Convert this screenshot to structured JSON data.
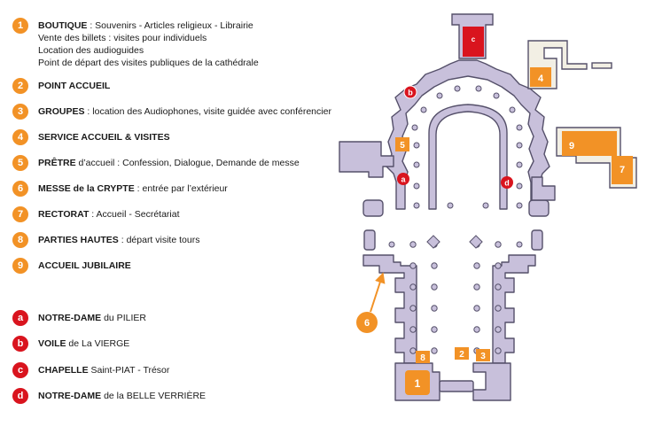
{
  "legend_orange": [
    {
      "marker": "1",
      "title": "BOUTIQUE",
      "rest": " : Souvenirs - Articles religieux - Librairie",
      "extra_lines": [
        "Vente des billets : visites pour individuels",
        "Location des audioguides",
        "Point de départ des visites publiques de la cathédrale"
      ]
    },
    {
      "marker": "2",
      "title": "POINT ACCUEIL",
      "rest": "",
      "extra_lines": []
    },
    {
      "marker": "3",
      "title": "GROUPES",
      "rest": " : location des Audiophones, visite guidée avec conférencier",
      "extra_lines": []
    },
    {
      "marker": "4",
      "title": "SERVICE ACCUEIL & VISITES",
      "rest": "",
      "extra_lines": []
    },
    {
      "marker": "5",
      "title": "PRÊTRE",
      "rest": " d’accueil : Confession, Dialogue, Demande de messe",
      "extra_lines": []
    },
    {
      "marker": "6",
      "title": "MESSE de la CRYPTE",
      "rest": " : entrée par l’extérieur",
      "extra_lines": []
    },
    {
      "marker": "7",
      "title": "RECTORAT",
      "rest": " : Accueil - Secrétariat",
      "extra_lines": []
    },
    {
      "marker": "8",
      "title": "PARTIES HAUTES",
      "rest": " : départ visite tours",
      "extra_lines": []
    },
    {
      "marker": "9",
      "title": "ACCUEIL JUBILAIRE",
      "rest": "",
      "extra_lines": []
    }
  ],
  "legend_red": [
    {
      "marker": "a",
      "title": "NOTRE-DAME",
      "rest": " du PILIER"
    },
    {
      "marker": "b",
      "title": "VOILE",
      "rest": " de La VIERGE"
    },
    {
      "marker": "c",
      "title": "CHAPELLE",
      "rest": " Saint-PIAT - Trésor"
    },
    {
      "marker": "d",
      "title": "NOTRE-DAME",
      "rest": " de la BELLE VERRIÈRE"
    }
  ],
  "map_markers": {
    "orange_square": [
      "1",
      "2",
      "3",
      "4",
      "5",
      "7",
      "8",
      "9"
    ],
    "orange_circle": [
      "6"
    ],
    "red": [
      "a",
      "b",
      "c",
      "d"
    ]
  },
  "colors": {
    "orange": "#f29226",
    "red": "#d9141e",
    "plan_fill": "#c8c0db",
    "plan_stroke": "#55506a",
    "annex_fill": "#f2efe4",
    "text": "#1a1a1a"
  }
}
